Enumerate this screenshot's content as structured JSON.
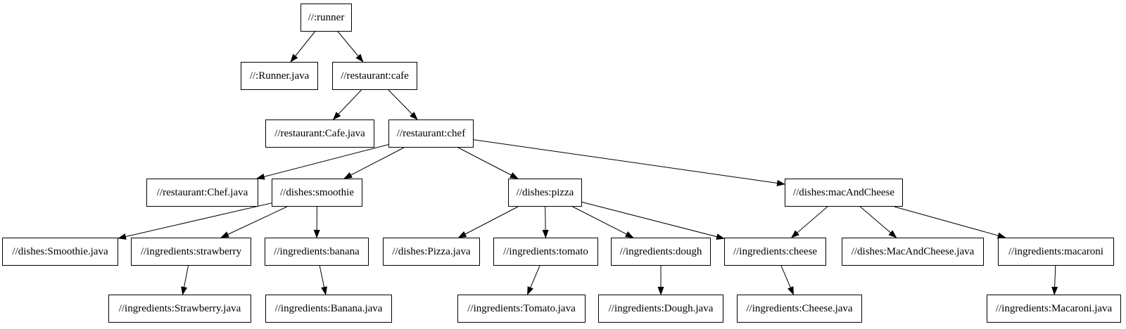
{
  "graph": {
    "type": "dependency-tree",
    "colors": {
      "background": "#ffffff",
      "node_fill": "#ffffff",
      "node_border": "#000000",
      "edge": "#000000",
      "text": "#000000"
    },
    "nodes": [
      {
        "id": "runner",
        "label": "//:runner"
      },
      {
        "id": "runner_java",
        "label": "//:Runner.java"
      },
      {
        "id": "cafe",
        "label": "//restaurant:cafe"
      },
      {
        "id": "cafe_java",
        "label": "//restaurant:Cafe.java"
      },
      {
        "id": "chef",
        "label": "//restaurant:chef"
      },
      {
        "id": "chef_java",
        "label": "//restaurant:Chef.java"
      },
      {
        "id": "smoothie",
        "label": "//dishes:smoothie"
      },
      {
        "id": "smoothie_java",
        "label": "//dishes:Smoothie.java"
      },
      {
        "id": "strawberry",
        "label": "//ingredients:strawberry"
      },
      {
        "id": "strawberry_java",
        "label": "//ingredients:Strawberry.java"
      },
      {
        "id": "banana",
        "label": "//ingredients:banana"
      },
      {
        "id": "banana_java",
        "label": "//ingredients:Banana.java"
      },
      {
        "id": "pizza",
        "label": "//dishes:pizza"
      },
      {
        "id": "pizza_java",
        "label": "//dishes:Pizza.java"
      },
      {
        "id": "tomato",
        "label": "//ingredients:tomato"
      },
      {
        "id": "tomato_java",
        "label": "//ingredients:Tomato.java"
      },
      {
        "id": "dough",
        "label": "//ingredients:dough"
      },
      {
        "id": "dough_java",
        "label": "//ingredients:Dough.java"
      },
      {
        "id": "cheese",
        "label": "//ingredients:cheese"
      },
      {
        "id": "cheese_java",
        "label": "//ingredients:Cheese.java"
      },
      {
        "id": "macAndCheese",
        "label": "//dishes:macAndCheese"
      },
      {
        "id": "macAndCheese_java",
        "label": "//dishes:MacAndCheese.java"
      },
      {
        "id": "macaroni",
        "label": "//ingredients:macaroni"
      },
      {
        "id": "macaroni_java",
        "label": "//ingredients:Macaroni.java"
      }
    ],
    "edges": [
      [
        "runner",
        "runner_java"
      ],
      [
        "runner",
        "cafe"
      ],
      [
        "cafe",
        "cafe_java"
      ],
      [
        "cafe",
        "chef"
      ],
      [
        "chef",
        "chef_java"
      ],
      [
        "chef",
        "smoothie"
      ],
      [
        "chef",
        "pizza"
      ],
      [
        "chef",
        "macAndCheese"
      ],
      [
        "smoothie",
        "smoothie_java"
      ],
      [
        "smoothie",
        "strawberry"
      ],
      [
        "smoothie",
        "banana"
      ],
      [
        "strawberry",
        "strawberry_java"
      ],
      [
        "banana",
        "banana_java"
      ],
      [
        "pizza",
        "pizza_java"
      ],
      [
        "pizza",
        "tomato"
      ],
      [
        "pizza",
        "dough"
      ],
      [
        "pizza",
        "cheese"
      ],
      [
        "tomato",
        "tomato_java"
      ],
      [
        "dough",
        "dough_java"
      ],
      [
        "cheese",
        "cheese_java"
      ],
      [
        "macAndCheese",
        "cheese"
      ],
      [
        "macAndCheese",
        "macAndCheese_java"
      ],
      [
        "macAndCheese",
        "macaroni"
      ],
      [
        "macaroni",
        "macaroni_java"
      ]
    ]
  }
}
